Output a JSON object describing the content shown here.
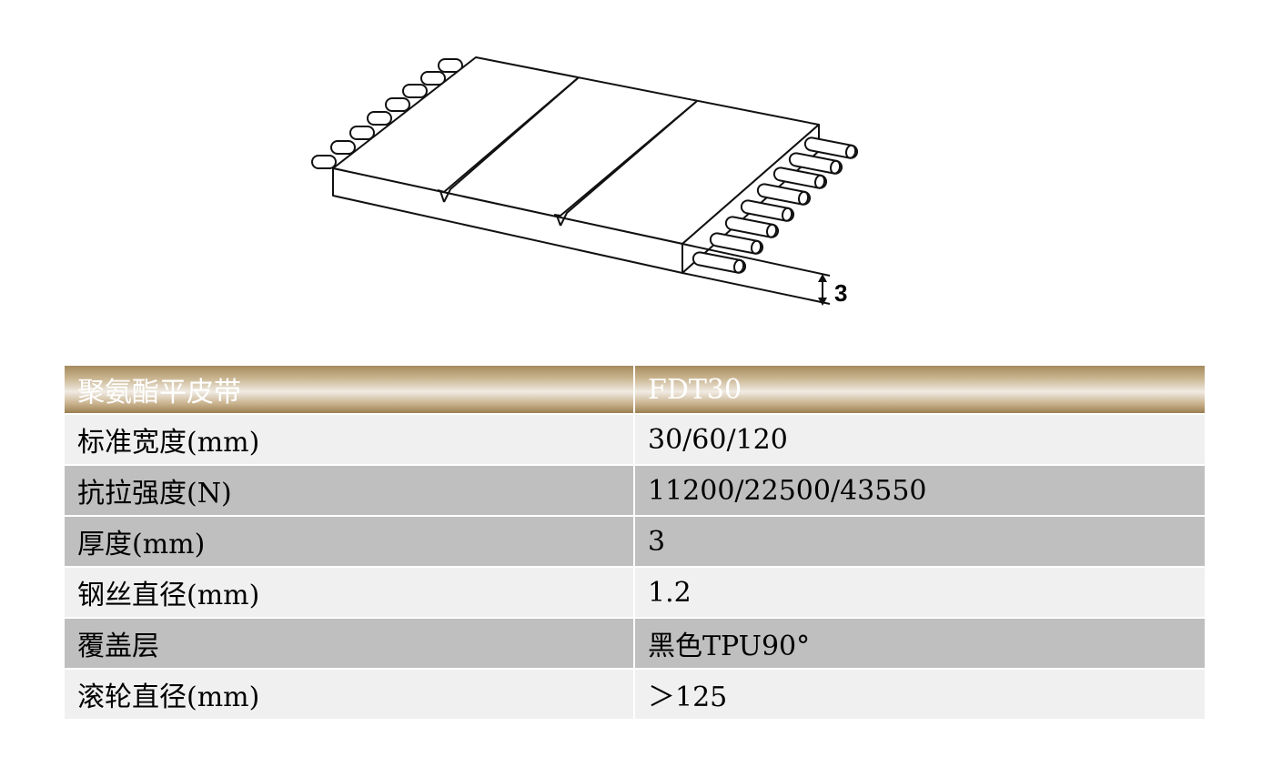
{
  "figure": {
    "thickness_label": "3"
  },
  "table": {
    "header": [
      "聚氨酯平皮带",
      "FDT30"
    ],
    "rows": [
      [
        "标准宽度(mm)",
        "30/60/120"
      ],
      [
        "抗拉强度(N)",
        "11200/22500/43550"
      ],
      [
        "厚度(mm)",
        "3"
      ],
      [
        "钢丝直径(mm)",
        "1.2"
      ],
      [
        "覆盖层",
        "黑色TPU90°"
      ],
      [
        "滚轮直径(mm)",
        "＞125"
      ]
    ]
  },
  "colors": {
    "header_gold": "#b09a72",
    "row_light": "#f0f0f0",
    "row_dark": "#bfbfbf"
  }
}
